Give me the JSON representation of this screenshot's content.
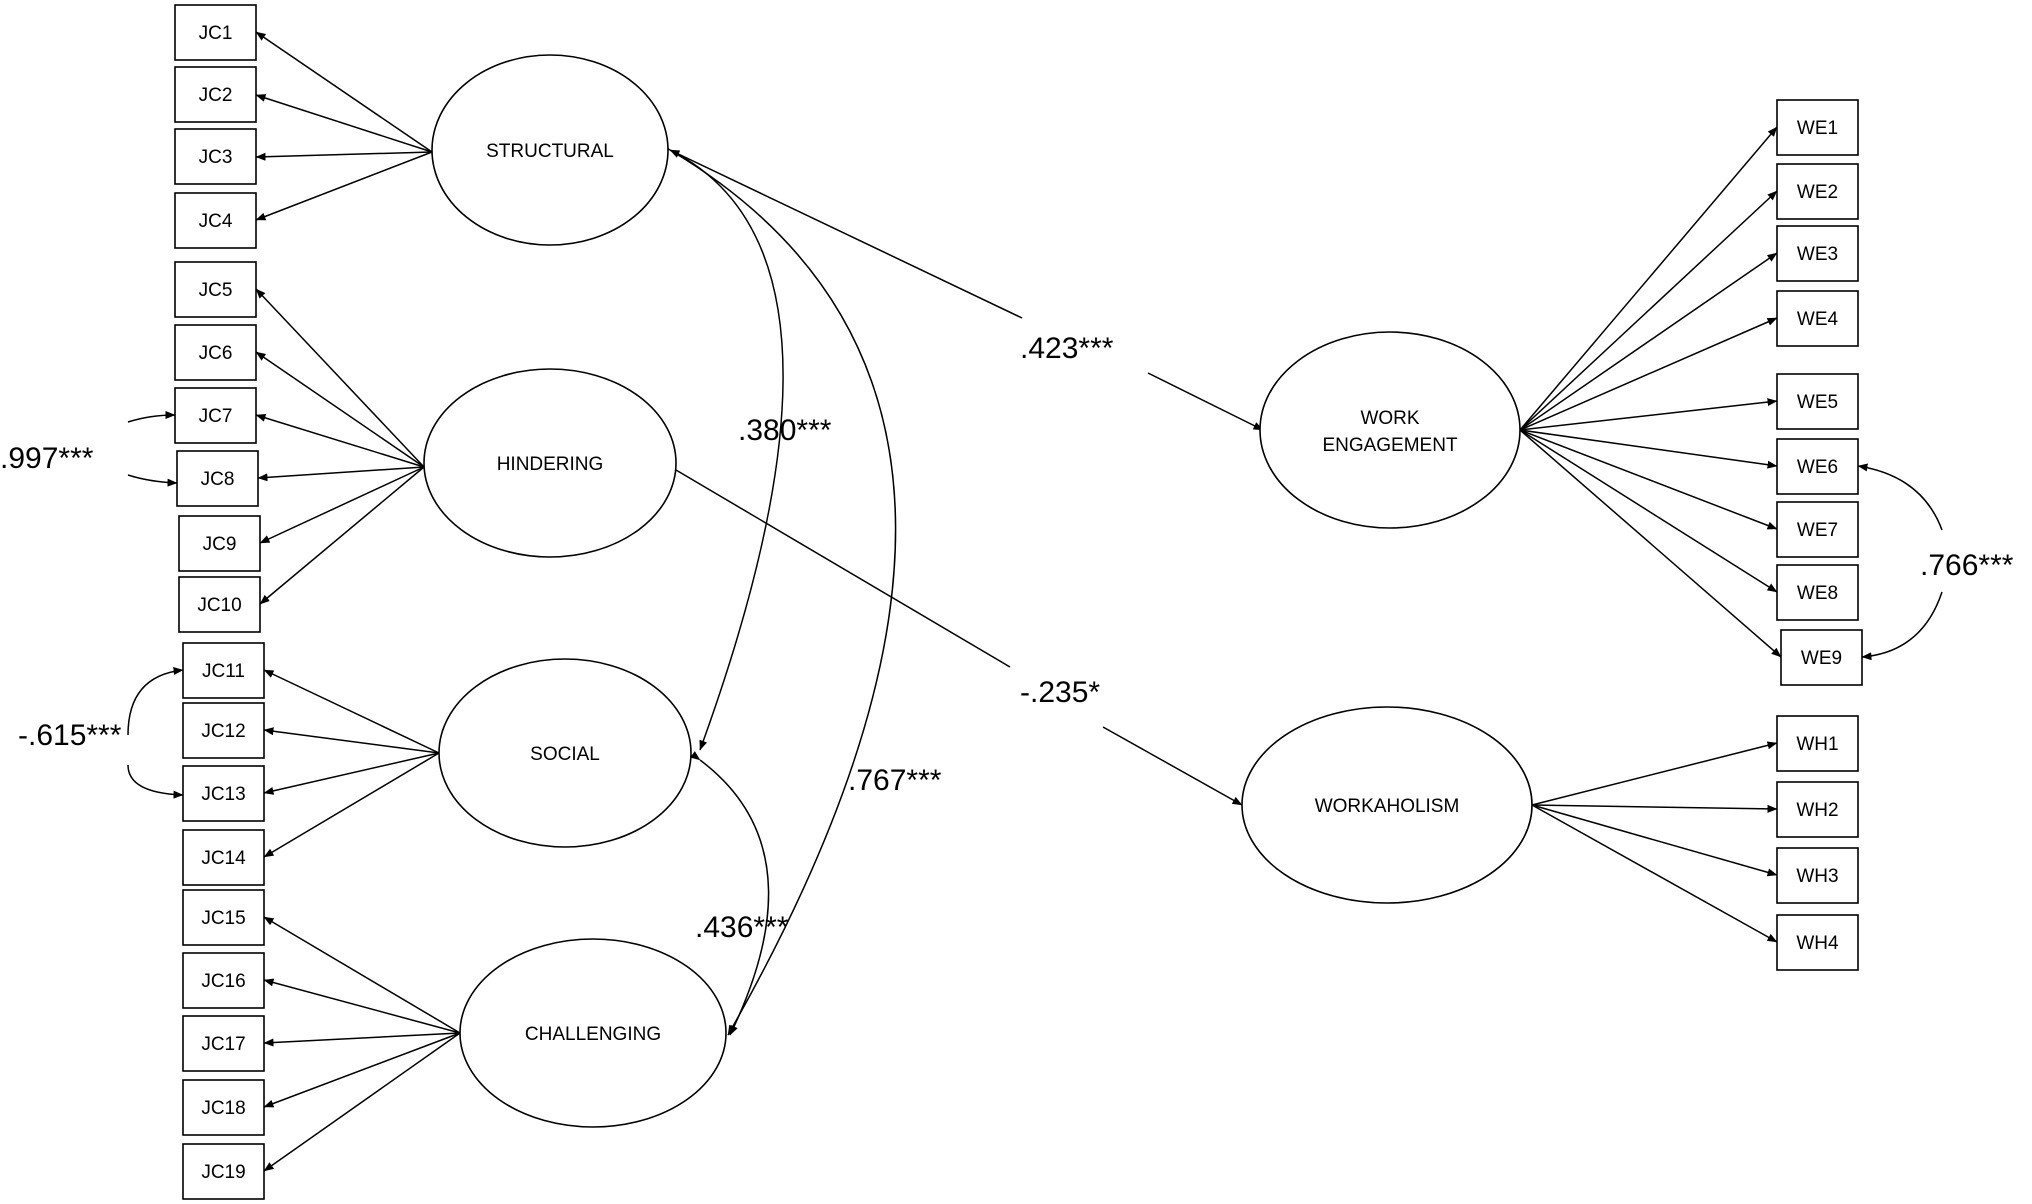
{
  "observed": {
    "JC1": "JC1",
    "JC2": "JC2",
    "JC3": "JC3",
    "JC4": "JC4",
    "JC5": "JC5",
    "JC6": "JC6",
    "JC7": "JC7",
    "JC8": "JC8",
    "JC9": "JC9",
    "JC10": "JC10",
    "JC11": "JC11",
    "JC12": "JC12",
    "JC13": "JC13",
    "JC14": "JC14",
    "JC15": "JC15",
    "JC16": "JC16",
    "JC17": "JC17",
    "JC18": "JC18",
    "JC19": "JC19",
    "WE1": "WE1",
    "WE2": "WE2",
    "WE3": "WE3",
    "WE4": "WE4",
    "WE5": "WE5",
    "WE6": "WE6",
    "WE7": "WE7",
    "WE8": "WE8",
    "WE9": "WE9",
    "WH1": "WH1",
    "WH2": "WH2",
    "WH3": "WH3",
    "WH4": "WH4"
  },
  "latent": {
    "structural": [
      "STRUCTURAL"
    ],
    "hindering": [
      "HINDERING"
    ],
    "social": [
      "SOCIAL"
    ],
    "challenging": [
      "CHALLENGING"
    ],
    "work_engagement": [
      "WORK",
      "ENGAGEMENT"
    ],
    "workaholism": [
      "WORKAHOLISM"
    ]
  },
  "coefficients": {
    "structural_to_work_engagement": ".423***",
    "hindering_to_workaholism": "-.235*",
    "structural_social": ".380***",
    "structural_challenging": ".767***",
    "social_challenging": ".436***",
    "jc7_jc8": ".997***",
    "jc11_jc13": "-.615***",
    "we6_we9": ".766***"
  }
}
